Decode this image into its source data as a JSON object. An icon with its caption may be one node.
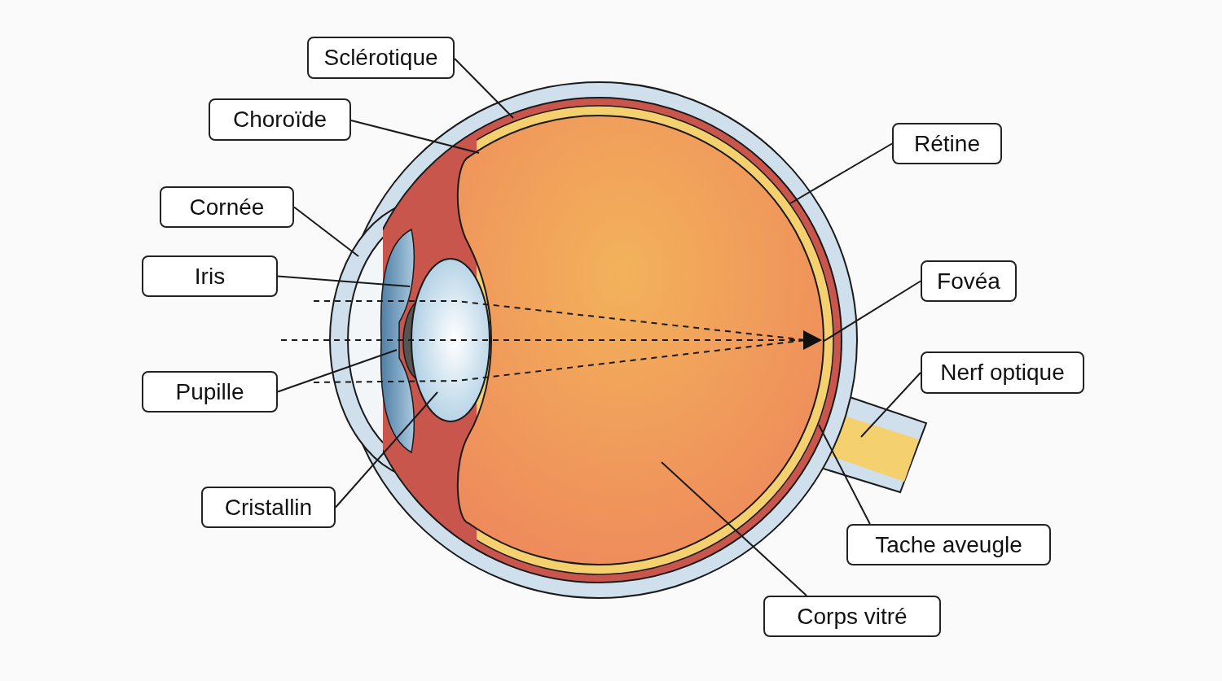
{
  "diagram": {
    "nodes": [
      {
        "text": [
          "Sclérotique"
        ]
      },
      {
        "text": [
          "Choroïde"
        ]
      },
      {
        "text": [
          "Rétine"
        ]
      },
      {
        "text": [
          "Cornée"
        ]
      },
      {
        "text": [
          "Iris"
        ]
      },
      {
        "text": [
          "Fovéa"
        ]
      },
      {
        "text": [
          "Nerf optique"
        ]
      },
      {
        "text": [
          "Pupille"
        ]
      },
      {
        "text": [
          "Cristallin"
        ]
      },
      {
        "text": [
          "Tache aveugle"
        ]
      },
      {
        "text": [
          "Corps vitré"
        ]
      }
    ],
    "edges": [
      {
        "from": 0,
        "to": null,
        "arrow": "none"
      },
      {
        "from": 1,
        "to": null,
        "arrow": "none"
      },
      {
        "from": 2,
        "to": null,
        "arrow": "none"
      },
      {
        "from": 3,
        "to": null,
        "arrow": "none"
      },
      {
        "from": 4,
        "to": null,
        "arrow": "none"
      },
      {
        "from": 5,
        "to": null,
        "arrow": "none"
      },
      {
        "from": 6,
        "to": null,
        "arrow": "none"
      },
      {
        "from": 7,
        "to": null,
        "arrow": "none"
      },
      {
        "from": 8,
        "to": null,
        "arrow": "none"
      },
      {
        "from": 9,
        "to": null,
        "arrow": "none"
      },
      {
        "from": 10,
        "to": null,
        "arrow": "none"
      }
    ]
  }
}
